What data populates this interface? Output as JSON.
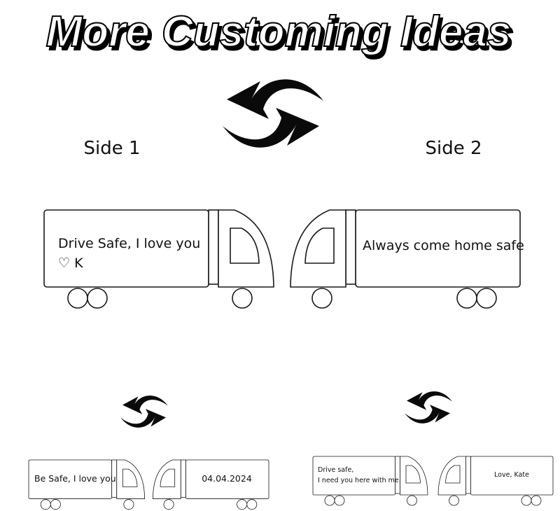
{
  "title": "More Customing Ideas",
  "colors": {
    "ink": "#111111",
    "background": "#ffffff",
    "arrow": "#0a0a0a"
  },
  "labels": {
    "side1": "Side 1",
    "side2": "Side 2"
  },
  "icons": {
    "rotate": "rotate-arrows-icon",
    "heart": "heart-icon"
  },
  "trucks": {
    "main_side1": {
      "line1": "Drive Safe, I love you",
      "line2": "♡ K"
    },
    "main_side2": {
      "line1": "Always come home safe"
    },
    "example1_side1": {
      "line1": "Be Safe, I love you"
    },
    "example1_side2": {
      "line1": "04.04.2024"
    },
    "example2_side1": {
      "line1": "Drive safe,",
      "line2": "I need you here with me."
    },
    "example2_side2": {
      "line1": "Love, Kate"
    }
  }
}
